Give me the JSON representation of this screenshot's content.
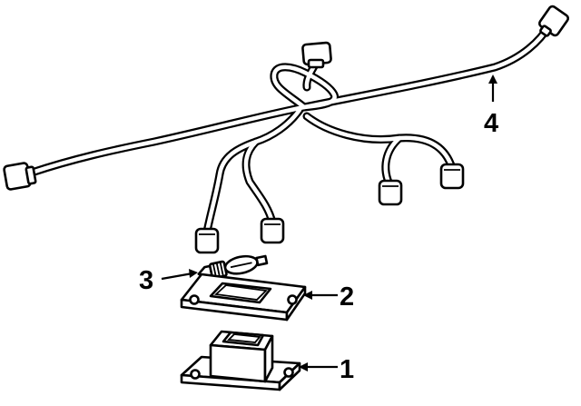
{
  "callouts": {
    "harness": "4",
    "bulb": "3",
    "lens": "2",
    "housing": "1"
  }
}
